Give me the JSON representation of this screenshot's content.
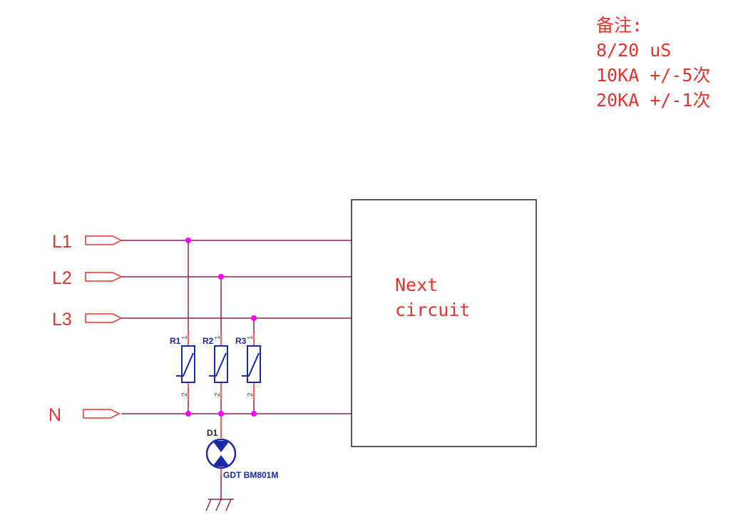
{
  "notes": {
    "heading": "备注:",
    "lines": [
      "8/20 uS",
      "10KA +/-5次",
      "20KA +/-1次"
    ]
  },
  "ports": {
    "l1": "L1",
    "l2": "L2",
    "l3": "L3",
    "n": "N"
  },
  "block": {
    "line1": "Next",
    "line2": "circuit"
  },
  "components": {
    "r1": {
      "ref": "R1",
      "pin_top": "1",
      "pin_bottom": "2"
    },
    "r2": {
      "ref": "R2",
      "pin_top": "1",
      "pin_bottom": "2"
    },
    "r3": {
      "ref": "R3",
      "pin_top": "1",
      "pin_bottom": "2"
    },
    "d1": {
      "ref": "D1",
      "value": "GDT BM801M"
    }
  },
  "colors": {
    "wire": "#8b2252",
    "pin": "#e03030",
    "component": "#1a2aa6",
    "junction": "#ff00ff",
    "label": "#e2342e",
    "block": "#222222"
  }
}
